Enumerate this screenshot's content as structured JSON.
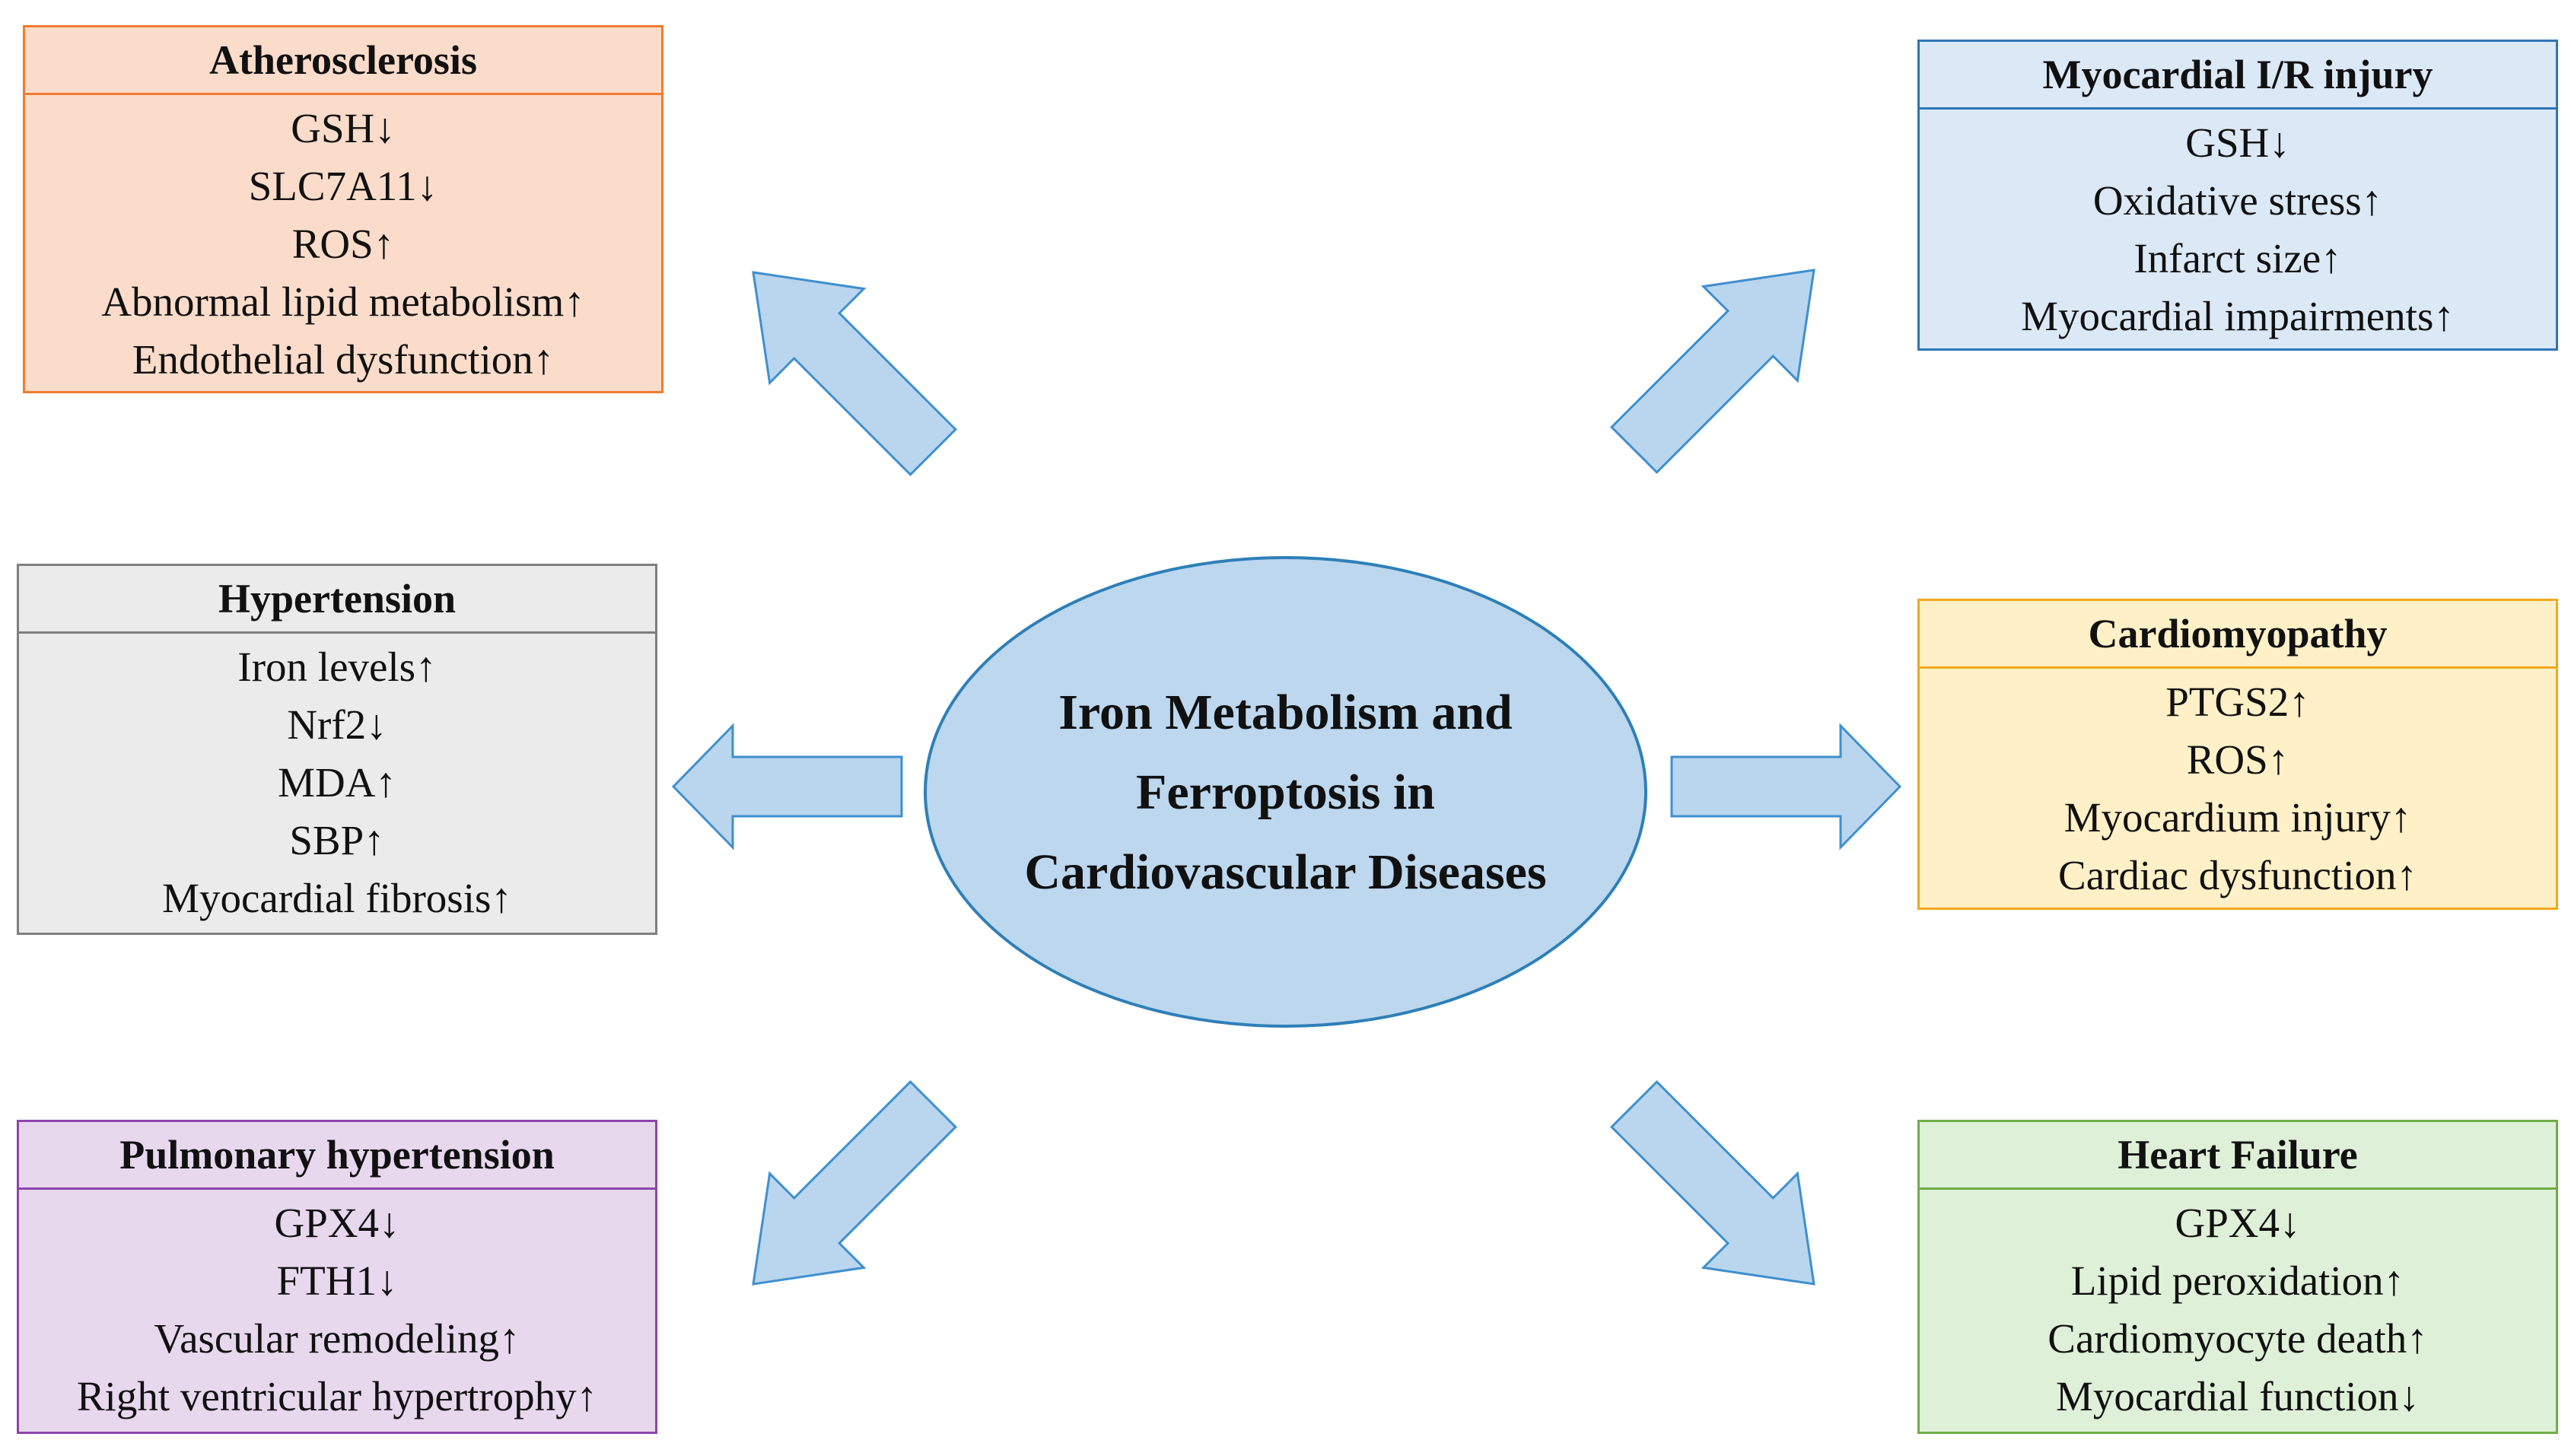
{
  "center": {
    "title": "Iron Metabolism and Ferroptosis in Cardiovascular Diseases"
  },
  "colors": {
    "arrow_fill": "#b9d6ee",
    "arrow_stroke": "#3f8fcf",
    "ellipse_fill": "#bcd7ee",
    "ellipse_stroke": "#2e7fb8"
  },
  "boxes": {
    "atherosclerosis": {
      "title": "Atherosclerosis",
      "items": [
        "GSH↓",
        "SLC7A11↓",
        "ROS↑",
        "Abnormal lipid metabolism↑",
        "Endothelial dysfunction↑"
      ],
      "fill": "#fbdcca",
      "border": "#ed7d31"
    },
    "myocardial_ir": {
      "title": "Myocardial I/R injury",
      "items": [
        "GSH↓",
        "Oxidative stress↑",
        "Infarct size↑",
        "Myocardial impairments↑"
      ],
      "fill": "#dbe8f6",
      "border": "#2e75b6"
    },
    "hypertension": {
      "title": "Hypertension",
      "items": [
        "Iron levels↑",
        "Nrf2↓",
        "MDA↑",
        "SBP↑",
        "Myocardial fibrosis↑"
      ],
      "fill": "#ebebeb",
      "border": "#7f7f7f"
    },
    "cardiomyopathy": {
      "title": "Cardiomyopathy",
      "items": [
        "PTGS2↑",
        "ROS↑",
        "Myocardium injury↑",
        "Cardiac dysfunction↑"
      ],
      "fill": "#fff0c7",
      "border": "#f0a81e"
    },
    "pulmonary_hypertension": {
      "title": "Pulmonary hypertension",
      "items": [
        "GPX4↓",
        "FTH1↓",
        "Vascular remodeling↑",
        "Right ventricular hypertrophy↑"
      ],
      "fill": "#e7d8ee",
      "border": "#8e44ad"
    },
    "heart_failure": {
      "title": "Heart Failure",
      "items": [
        "GPX4↓",
        "Lipid peroxidation↑",
        "Cardiomyocyte death↑",
        "Myocardial function↓"
      ],
      "fill": "#dff0d8",
      "border": "#70ad47"
    }
  }
}
